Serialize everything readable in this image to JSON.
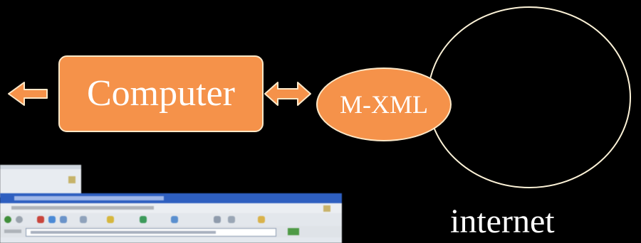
{
  "nodes": {
    "computer": "Computer",
    "mxml": "M-XML",
    "internet": "internet"
  },
  "colors": {
    "background": "#000000",
    "node_fill": "#f5924a",
    "node_border": "#fde8c8",
    "outline": "#fdf3d8",
    "text": "#ffffff"
  },
  "icons": [
    "left-arrow-icon",
    "double-arrow-icon",
    "browser-window-thumbnail"
  ]
}
